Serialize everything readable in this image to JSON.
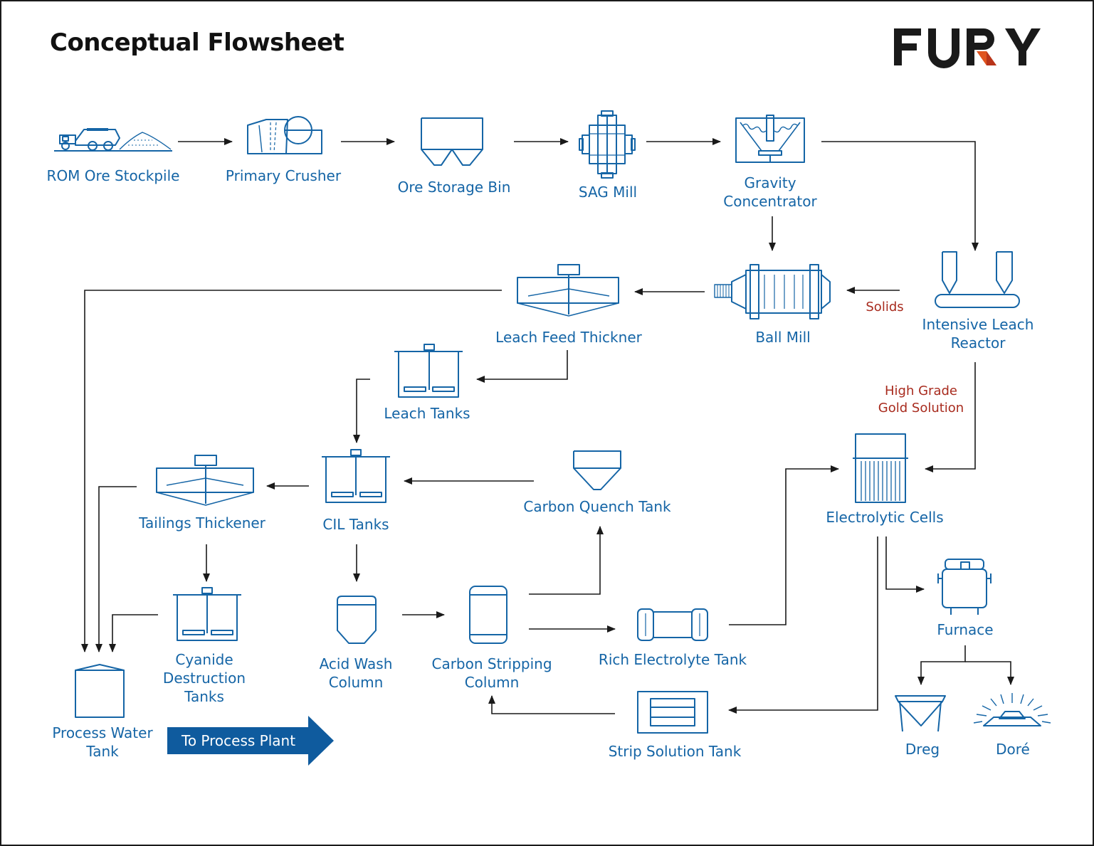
{
  "title": "Conceptual Flowsheet",
  "logo": {
    "text": "FURY",
    "primary_color": "#1a1a1a",
    "accent_color": "#e0541f"
  },
  "colors": {
    "equipment": "#1565a6",
    "arrows": "#1a1a1a",
    "stream_labels": "#a82b1e"
  },
  "units": {
    "rom_ore_stockpile": {
      "line1": "ROM Ore Stockpile",
      "icon": "haul-truck-stockpile-icon"
    },
    "primary_crusher": {
      "line1": "Primary Crusher",
      "icon": "jaw-crusher-icon"
    },
    "ore_storage_bin": {
      "line1": "Ore Storage Bin",
      "icon": "storage-bin-icon"
    },
    "sag_mill": {
      "line1": "SAG Mill",
      "icon": "sag-mill-icon"
    },
    "gravity_concentrator": {
      "line1": "Gravity",
      "line2": "Concentrator",
      "icon": "gravity-concentrator-icon"
    },
    "intensive_leach_reactor": {
      "line1": "Intensive Leach",
      "line2": "Reactor",
      "icon": "leach-reactor-icon"
    },
    "ball_mill": {
      "line1": "Ball Mill",
      "icon": "ball-mill-icon"
    },
    "leach_feed_thickener": {
      "line1": "Leach Feed Thickner",
      "icon": "thickener-icon"
    },
    "leach_tanks": {
      "line1": "Leach Tanks",
      "icon": "agitated-tank-icon"
    },
    "cil_tanks": {
      "line1": "CIL Tanks",
      "icon": "agitated-tank-icon"
    },
    "tailings_thickener": {
      "line1": "Tailings Thickener",
      "icon": "thickener-icon"
    },
    "carbon_quench_tank": {
      "line1": "Carbon Quench Tank",
      "icon": "hopper-tank-icon"
    },
    "electrolytic_cells": {
      "line1": "Electrolytic Cells",
      "icon": "electrolytic-cell-icon"
    },
    "cyanide_destruction_tanks": {
      "line1": "Cyanide",
      "line2": "Destruction",
      "line3": "Tanks",
      "icon": "agitated-tank-icon"
    },
    "acid_wash_column": {
      "line1": "Acid Wash",
      "line2": "Column",
      "icon": "acid-wash-column-icon"
    },
    "carbon_stripping_column": {
      "line1": "Carbon Stripping",
      "line2": "Column",
      "icon": "stripping-column-icon"
    },
    "rich_electrolyte_tank": {
      "line1": "Rich Electrolyte Tank",
      "icon": "horizontal-tank-icon"
    },
    "furnace": {
      "line1": "Furnace",
      "icon": "furnace-icon"
    },
    "process_water_tank": {
      "line1": "Process Water",
      "line2": "Tank",
      "icon": "water-tank-icon"
    },
    "strip_solution_tank": {
      "line1": "Strip Solution Tank",
      "icon": "strip-tank-icon"
    },
    "dreg": {
      "line1": "Dreg",
      "icon": "dreg-hopper-icon"
    },
    "dore": {
      "line1": "Doré",
      "icon": "dore-bar-icon"
    }
  },
  "stream_labels": {
    "solids": "Solids",
    "high_grade_line1": "High Grade",
    "high_grade_line2": "Gold Solution"
  },
  "banner": {
    "text": "To Process Plant",
    "color": "#0f5b9e"
  }
}
